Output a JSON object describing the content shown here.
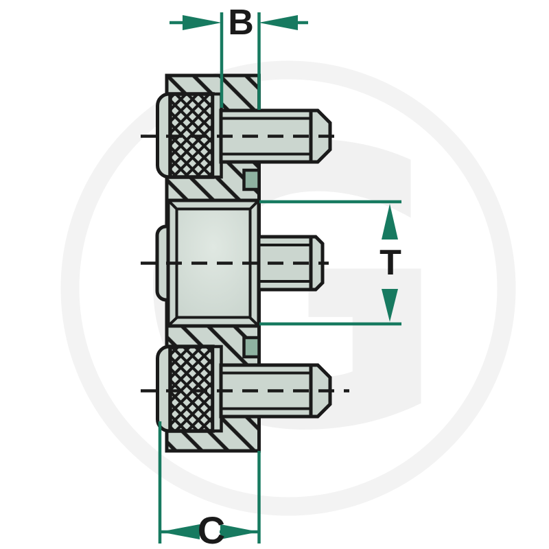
{
  "drawing": {
    "dimensions": {
      "b": {
        "label": "B"
      },
      "t": {
        "label": "T"
      },
      "c": {
        "label": "C"
      }
    },
    "watermark": {
      "letter": "G"
    },
    "colors": {
      "dimension_teal": "#177a60",
      "outline_black": "#1a1a1a",
      "part_fill": "#cbd6cf",
      "accent_green": "#8fb2a1",
      "watermark_gray": "#f1f1f1",
      "background": "#ffffff"
    }
  }
}
